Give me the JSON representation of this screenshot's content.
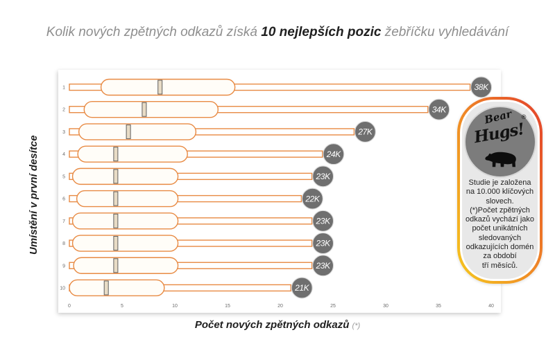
{
  "chart_data": {
    "type": "bar",
    "orientation": "horizontal",
    "title": {
      "before": "Kolik nových zpětných odkazů získá",
      "emphasis": "10 nejlepších pozic",
      "after": "žebříčku vyhledávání"
    },
    "xlabel": "Počet nových zpětných odkazů",
    "xlabel_note": "(*)",
    "ylabel": "Umístění v první desítce",
    "categories": [
      "1",
      "2",
      "3",
      "4",
      "5",
      "6",
      "7",
      "8",
      "9",
      "10"
    ],
    "values": [
      38,
      34,
      27,
      24,
      23,
      22,
      23,
      23,
      23,
      21
    ],
    "data_labels": [
      "38K",
      "34K",
      "27K",
      "24K",
      "23K",
      "22K",
      "23K",
      "23K",
      "23K",
      "21K"
    ],
    "ranges": [
      {
        "low": 3.0,
        "high": 15.7,
        "median": 8.6
      },
      {
        "low": 1.4,
        "high": 14.1,
        "median": 7.1
      },
      {
        "low": 0.9,
        "high": 12.0,
        "median": 5.6
      },
      {
        "low": 0.8,
        "high": 11.2,
        "median": 4.4
      },
      {
        "low": 0.3,
        "high": 10.3,
        "median": 4.4
      },
      {
        "low": 0.7,
        "high": 10.3,
        "median": 4.4
      },
      {
        "low": 0.3,
        "high": 10.3,
        "median": 4.4
      },
      {
        "low": 0.3,
        "high": 10.3,
        "median": 4.4
      },
      {
        "low": 0.4,
        "high": 10.3,
        "median": 4.4
      },
      {
        "low": 0.0,
        "high": 9.0,
        "median": 3.5
      }
    ],
    "xlim": [
      0,
      40
    ],
    "xticks": [
      0,
      5,
      10,
      15,
      20,
      25,
      30,
      35,
      40
    ],
    "grid": false
  },
  "callout": {
    "logo": {
      "line1": "Bear",
      "line2": "Hugs!",
      "mark": "®",
      "icon": "bear-icon"
    },
    "lines": [
      "Studie je založena",
      "na 10.000 klíčových",
      "slovech.",
      "(*)Počet zpětných",
      "odkazů vychází jako",
      "počet unikátních",
      "sledovaných",
      "odkazujících domén",
      "za období",
      "tří měsíců."
    ]
  },
  "colors": {
    "bar_stroke": "#e88a43",
    "bar_fill": "#ffffff",
    "range_fill": "#fffdf8",
    "median_fill": "#e8dcc6",
    "median_stroke": "#5e5e5e",
    "badge_fill": "#6f6f6f",
    "badge_text": "#ffffff",
    "title_muted": "#8e8e8e",
    "text_dark": "#1f1f1f",
    "callout_border_start": "#e3402b",
    "callout_border_mid": "#ef8726",
    "callout_border_end": "#f6c81f",
    "callout_fill": "#e8e8e8",
    "logo_fill": "#7c7c7c"
  }
}
